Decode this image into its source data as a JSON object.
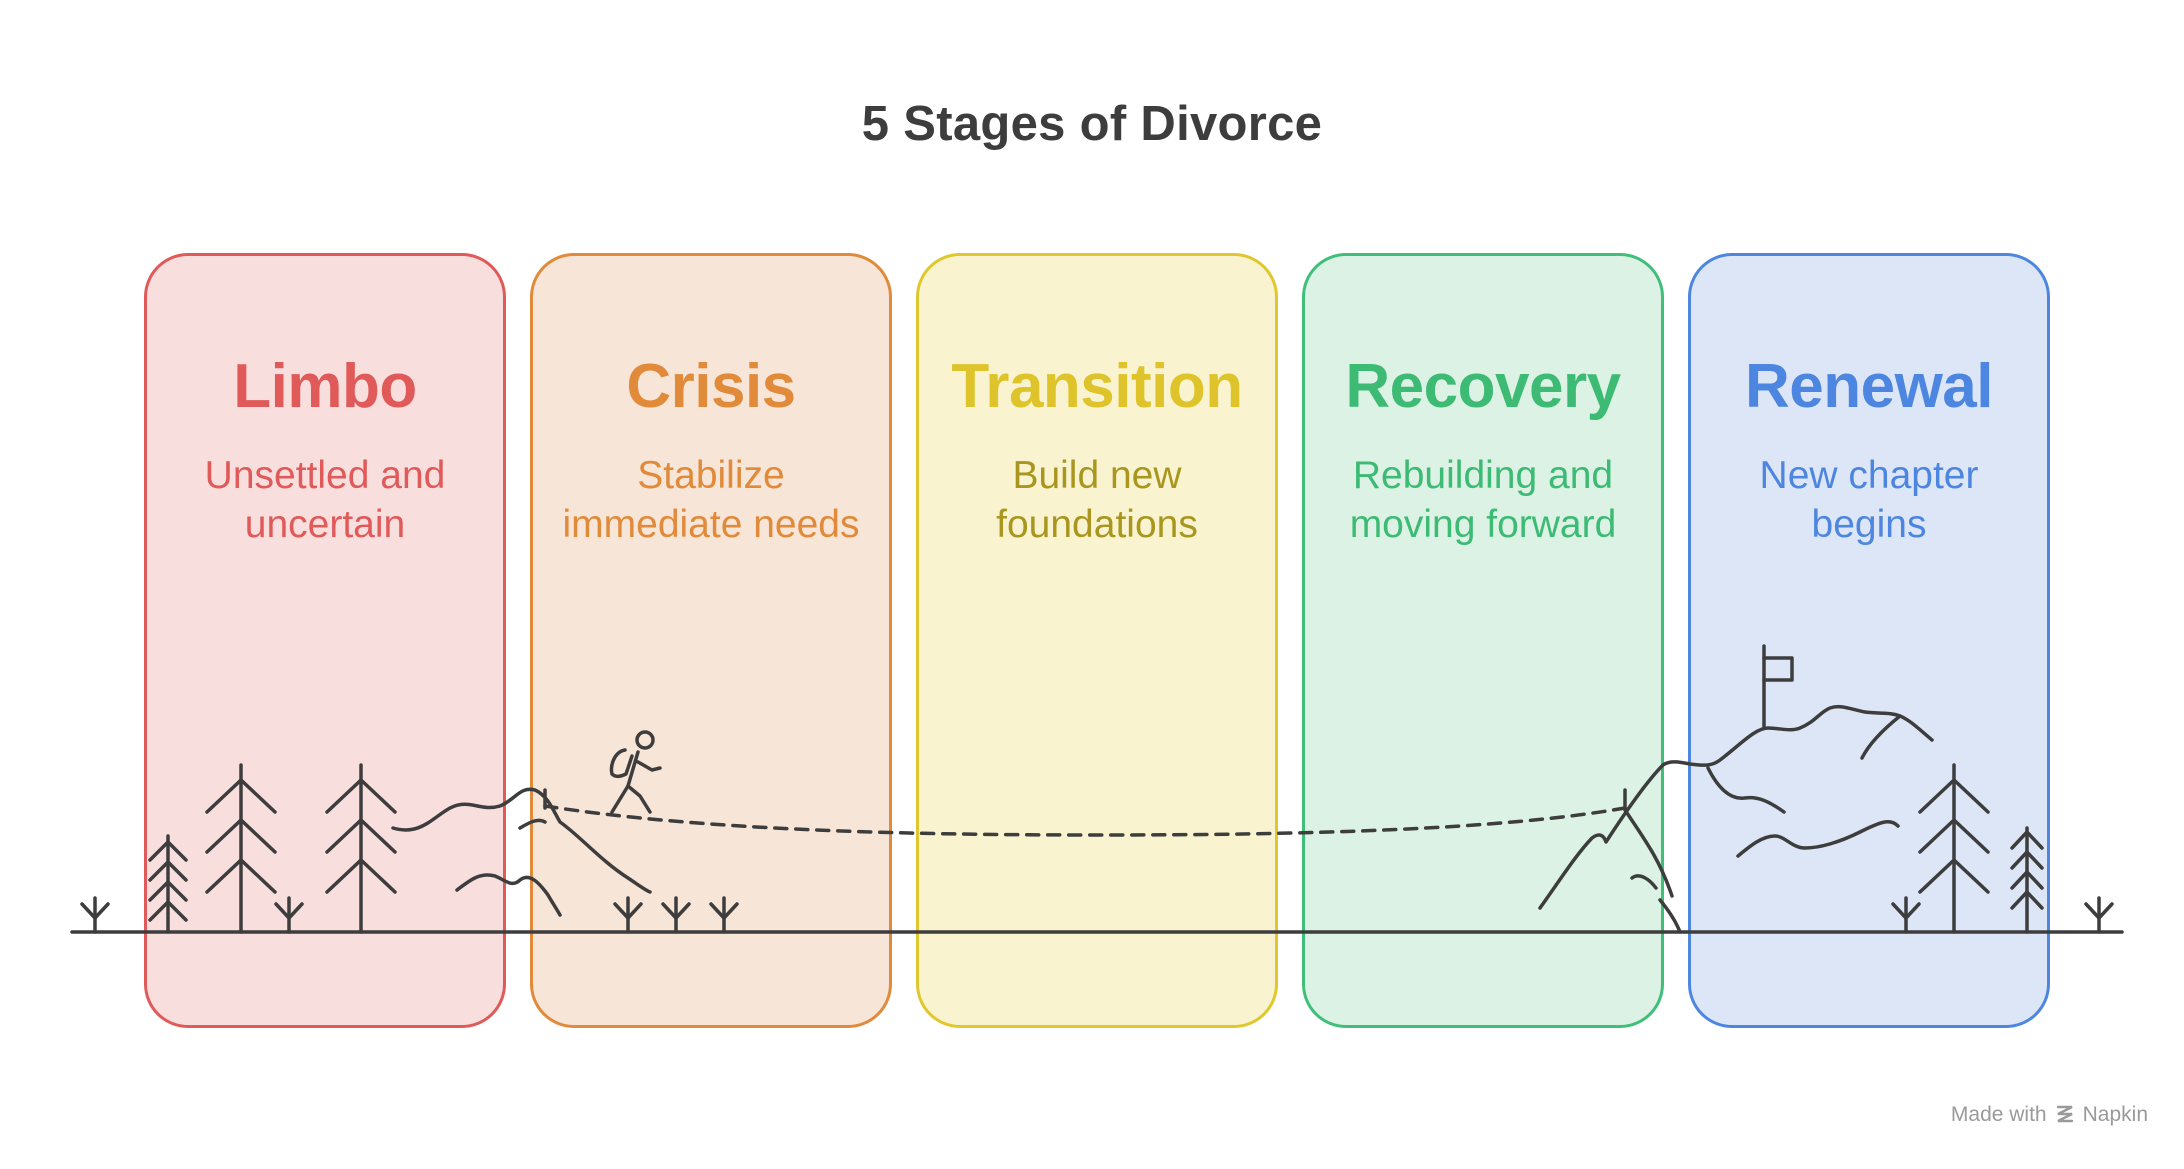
{
  "title": "5 Stages of Divorce",
  "stages": [
    {
      "name": "Limbo",
      "description": "Unsettled and uncertain",
      "border_color": "#e05a5a",
      "fill_color": "#f9dede",
      "text_color": "#e05a5a",
      "desc_color": "#e05a5a"
    },
    {
      "name": "Crisis",
      "description": "Stabilize immediate needs",
      "border_color": "#e08a3a",
      "fill_color": "#f7e5d7",
      "text_color": "#e08a3a",
      "desc_color": "#e08a3a"
    },
    {
      "name": "Transition",
      "description": "Build new foundations",
      "border_color": "#e0c72e",
      "fill_color": "#f9f4cf",
      "text_color": "#dfc32a",
      "desc_color": "#a8961f"
    },
    {
      "name": "Recovery",
      "description": "Rebuilding and moving forward",
      "border_color": "#3fbf7a",
      "fill_color": "#dbf2e4",
      "text_color": "#3dba74",
      "desc_color": "#3dba74"
    },
    {
      "name": "Renewal",
      "description": "New chapter begins",
      "border_color": "#4d86e0",
      "fill_color": "#dde6f7",
      "text_color": "#4d86e0",
      "desc_color": "#4d86e0"
    }
  ],
  "illustration": {
    "icons": [
      "ground-line",
      "pine-tree-icon",
      "sprout-icon",
      "mountain-icon",
      "hiker-icon",
      "dashed-path",
      "summit-flag-icon"
    ],
    "line_color": "#3d3d3d"
  },
  "watermark": {
    "prefix": "Made with",
    "brand": "Napkin",
    "icon": "napkin-logo-icon"
  }
}
